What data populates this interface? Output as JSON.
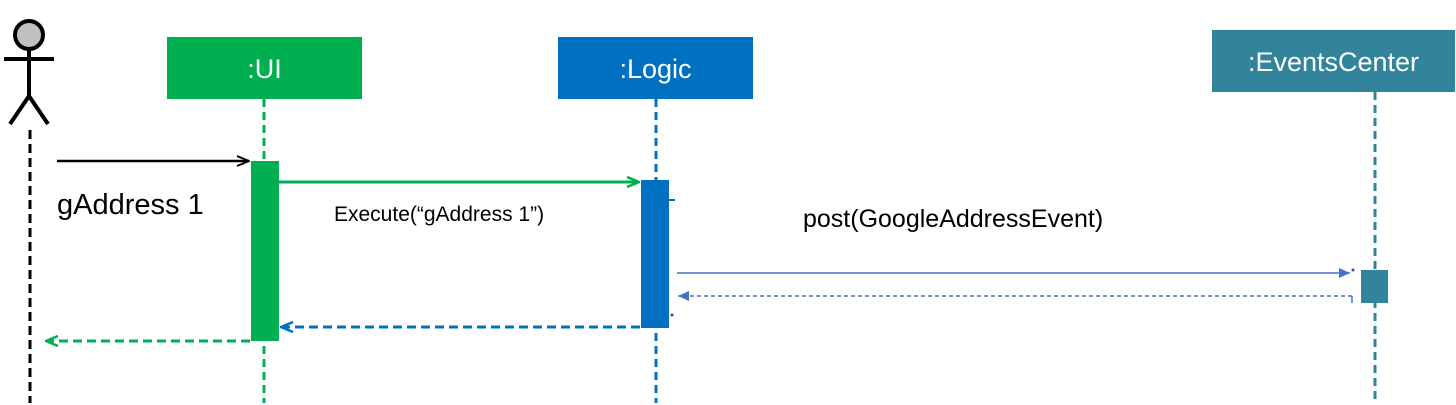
{
  "participants": {
    "actor": {
      "label": ""
    },
    "ui": {
      "label": ":UI"
    },
    "logic": {
      "label": ":Logic"
    },
    "events_center": {
      "label": ":EventsCenter"
    }
  },
  "messages": {
    "user_input": "gAddress 1",
    "execute_call": "Execute(“gAddress 1”)",
    "post_event": "post(GoogleAddressEvent)"
  },
  "colors": {
    "ui": "#00b050",
    "logic": "#0070c0",
    "events_center": "#31849b",
    "actor": "#000000",
    "actor_head_fill": "#c0c0c0"
  }
}
